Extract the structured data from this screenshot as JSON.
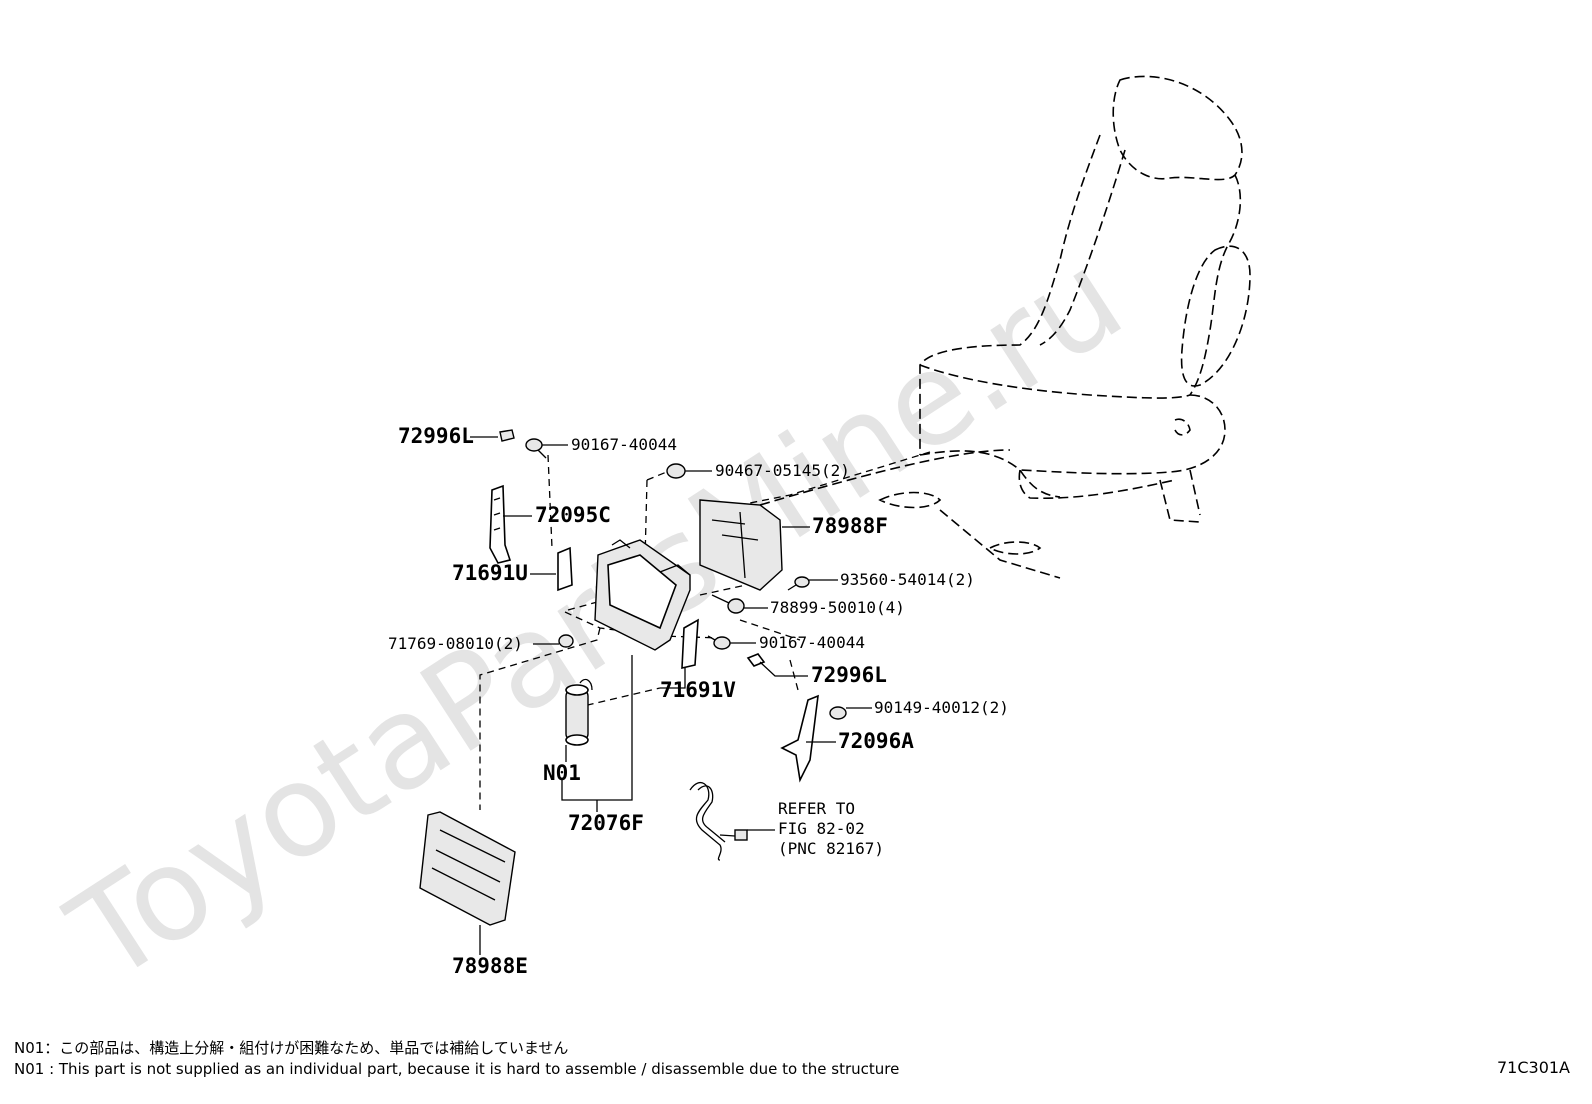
{
  "watermark": "ToyotaPartsMine.ru",
  "figure_code": "71C301A",
  "notes": {
    "jp": "N01：この部品は、構造上分解・組付けが困難なため、単品では補給していません",
    "en": "N01 : This part is not supplied as an individual part, because it is hard to assemble / disassemble due to the structure"
  },
  "labels": {
    "p72996L_top": "72996L",
    "p90167_40044_top": "90167-40044",
    "p90467_05145": "90467-05145(2)",
    "p72095C": "72095C",
    "p78988F": "78988F",
    "p71691U": "71691U",
    "p93560_54014": "93560-54014(2)",
    "p78899_50010": "78899-50010(4)",
    "p71769_08010": "71769-08010(2)",
    "p90167_40044_bottom": "90167-40044",
    "p72996L_bottom": "72996L",
    "p71691V": "71691V",
    "p90149_40012": "90149-40012(2)",
    "p72096A": "72096A",
    "pN01": "N01",
    "p72076F": "72076F",
    "p78988E": "78988E",
    "ref_line1": "REFER TO",
    "ref_line2": "FIG 82-02",
    "ref_line3": "(PNC 82167)"
  }
}
